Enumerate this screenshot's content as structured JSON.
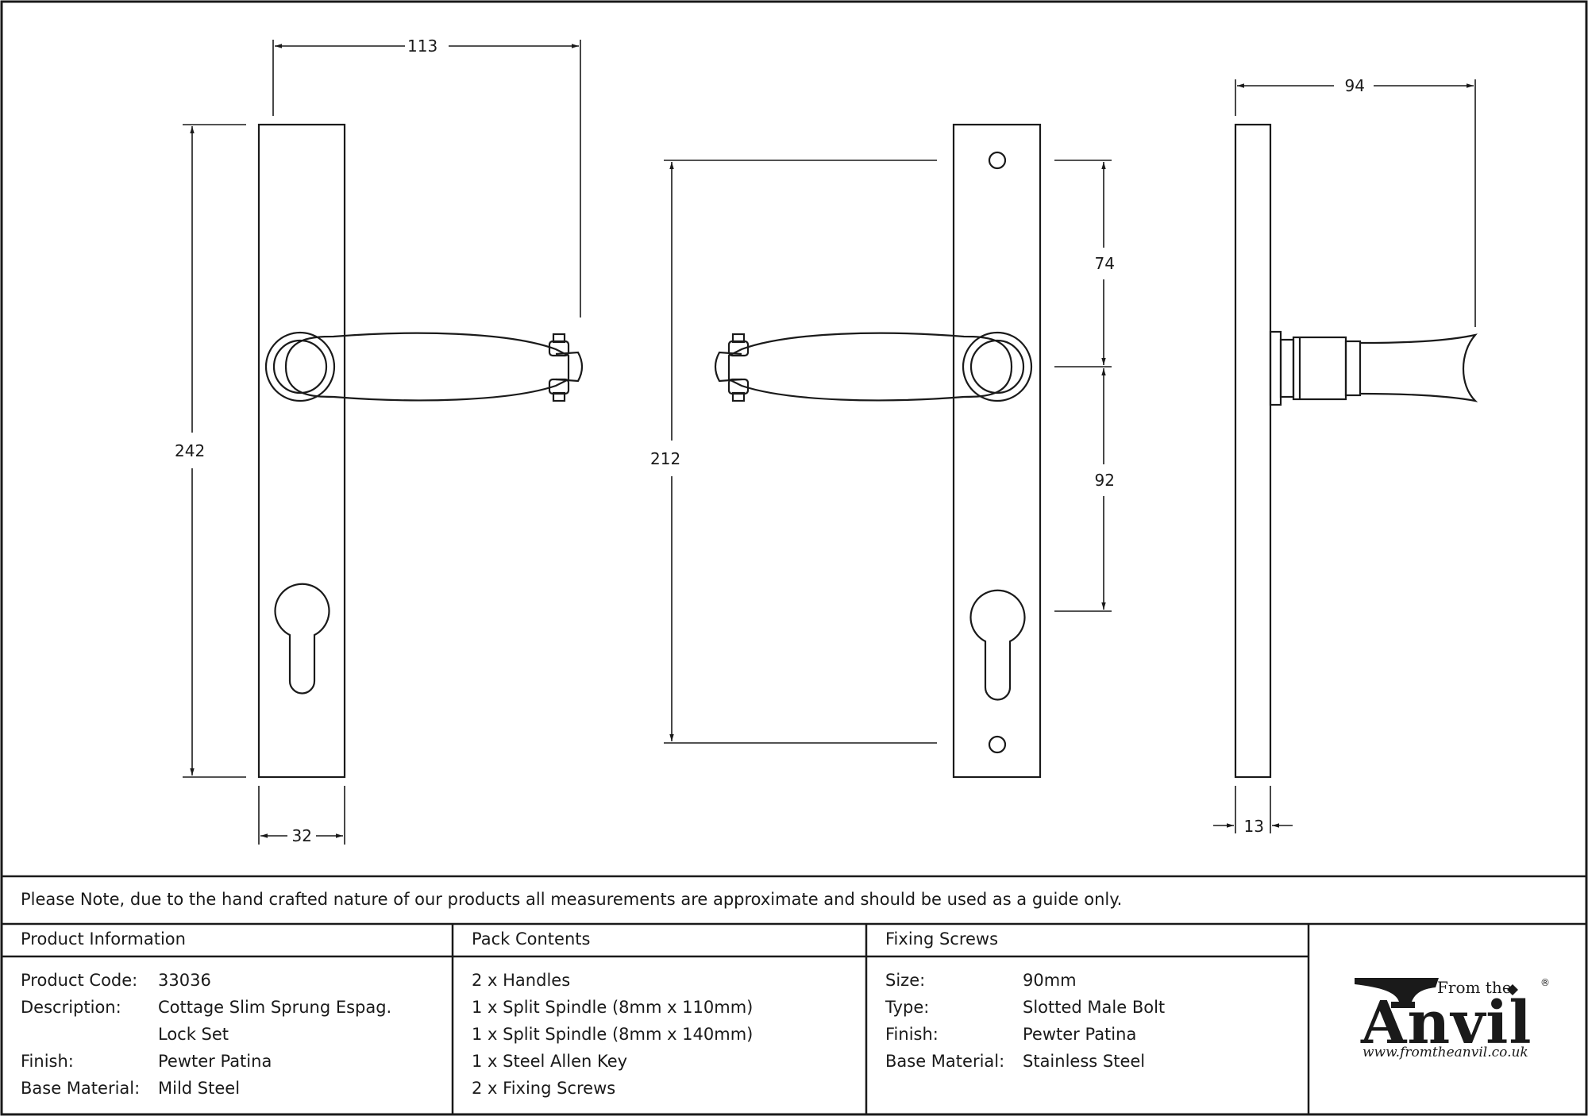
{
  "dimensions": {
    "backplate_width": "113",
    "plate_height": "242",
    "plate_width": "32",
    "fixing_centres": "212",
    "top_to_spindle": "74",
    "spindle_to_cylinder": "92",
    "projection": "94",
    "plate_depth": "13"
  },
  "note": "Please Note, due to the hand crafted nature of our products all measurements are approximate and should be used as a guide only.",
  "product_info": {
    "title": "Product Information",
    "rows": [
      {
        "label": "Product Code:",
        "value": "33036"
      },
      {
        "label": "Description:",
        "value": "Cottage Slim Sprung Espag."
      },
      {
        "label": "",
        "value": "Lock Set"
      },
      {
        "label": "Finish:",
        "value": "Pewter Patina"
      },
      {
        "label": "Base Material:",
        "value": "Mild Steel"
      }
    ]
  },
  "pack_contents": {
    "title": "Pack Contents",
    "items": [
      "2 x Handles",
      "1 x Split Spindle (8mm x 110mm)",
      "1 x Split Spindle (8mm x 140mm)",
      "1 x Steel Allen Key",
      "2 x Fixing Screws"
    ]
  },
  "fixing_screws": {
    "title": "Fixing Screws",
    "rows": [
      {
        "label": "Size:",
        "value": "90mm"
      },
      {
        "label": "Type:",
        "value": "Slotted Male Bolt"
      },
      {
        "label": "Finish:",
        "value": "Pewter Patina"
      },
      {
        "label": "Base Material:",
        "value": "Stainless Steel"
      }
    ]
  },
  "logo": {
    "from_the": "From the",
    "anvil": "Anvil",
    "registered": "®",
    "url": "www.fromtheanvil.co.uk"
  }
}
